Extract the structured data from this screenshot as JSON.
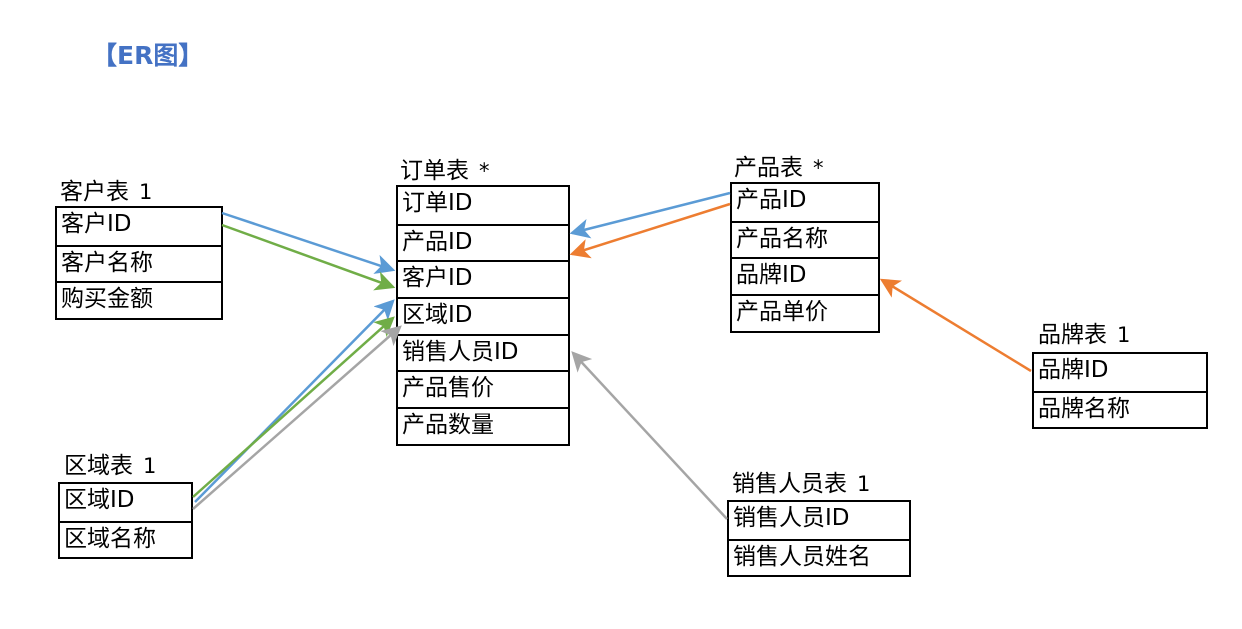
{
  "title": "【ER图】",
  "colors": {
    "title": "#4472C4",
    "blue": "#5B9BD5",
    "green": "#70AD47",
    "orange": "#ED7D31",
    "gray": "#A5A5A5"
  },
  "entities": {
    "customer": {
      "name": "客户表",
      "cardinality": "1",
      "fields": [
        "客户ID",
        "客户名称",
        "购买金额"
      ]
    },
    "order": {
      "name": "订单表",
      "cardinality": "*",
      "fields": [
        "订单ID",
        "产品ID",
        "客户ID",
        "区域ID",
        "销售人员ID",
        "产品售价",
        "产品数量"
      ]
    },
    "product": {
      "name": "产品表",
      "cardinality": "*",
      "fields": [
        "产品ID",
        "产品名称",
        "品牌ID",
        "产品单价"
      ]
    },
    "brand": {
      "name": "品牌表",
      "cardinality": "1",
      "fields": [
        "品牌ID",
        "品牌名称"
      ]
    },
    "region": {
      "name": "区域表",
      "cardinality": "1",
      "fields": [
        "区域ID",
        "区域名称"
      ]
    },
    "salesperson": {
      "name": "销售人员表",
      "cardinality": "1",
      "fields": [
        "销售人员ID",
        "销售人员姓名"
      ]
    }
  },
  "relationships": [
    {
      "from": "客户表.客户ID",
      "to": "订单表.客户ID",
      "color": "blue"
    },
    {
      "from": "客户表.客户ID",
      "to": "订单表.客户ID",
      "color": "green"
    },
    {
      "from": "区域表.区域ID",
      "to": "订单表.区域ID",
      "color": "blue"
    },
    {
      "from": "区域表.区域ID",
      "to": "订单表.区域ID",
      "color": "green"
    },
    {
      "from": "区域表.区域ID",
      "to": "订单表.区域ID",
      "color": "gray"
    },
    {
      "from": "产品表.产品ID",
      "to": "订单表.产品ID",
      "color": "blue"
    },
    {
      "from": "产品表.产品ID",
      "to": "订单表.产品ID",
      "color": "orange"
    },
    {
      "from": "品牌表.品牌ID",
      "to": "产品表.品牌ID",
      "color": "orange"
    },
    {
      "from": "销售人员表.销售人员ID",
      "to": "订单表.销售人员ID",
      "color": "gray"
    }
  ]
}
